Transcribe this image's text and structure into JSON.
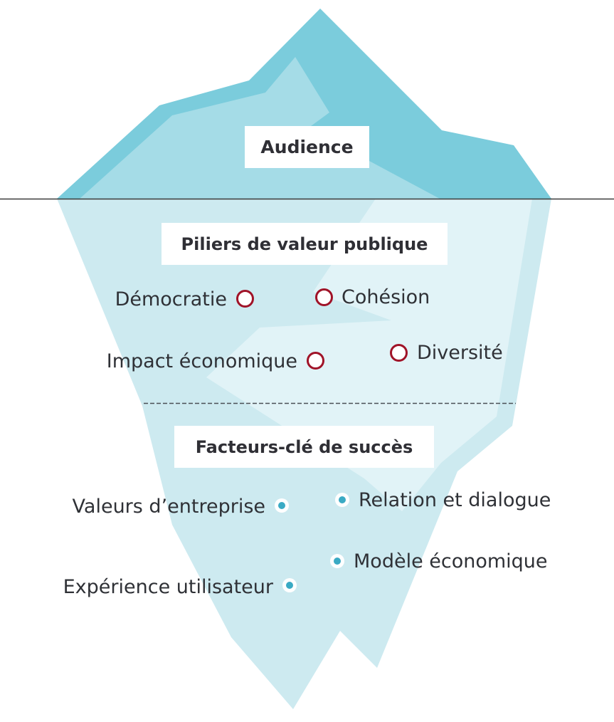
{
  "colors": {
    "waterline": "#3a3a3a",
    "ring": "#a01328",
    "dot": "#3aaac4",
    "ice_dark": "#7bccdc",
    "ice_mid": "#a5dce7",
    "ice_under": "#cdeaf0",
    "ice_light": "#e1f3f7",
    "text": "#2f3136"
  },
  "sections": {
    "top": {
      "title": "Audience"
    },
    "middle": {
      "title": "Piliers de valeur publique",
      "items": [
        "Démocratie",
        "Cohésion",
        "Impact économique",
        "Diversité"
      ],
      "marker": "ring-icon"
    },
    "bottom": {
      "title": "Facteurs-clé de succès",
      "items": [
        "Valeurs d’entreprise",
        "Relation et dialogue",
        "Modèle économique",
        "Expérience utilisateur"
      ],
      "marker": "dot-icon"
    }
  }
}
